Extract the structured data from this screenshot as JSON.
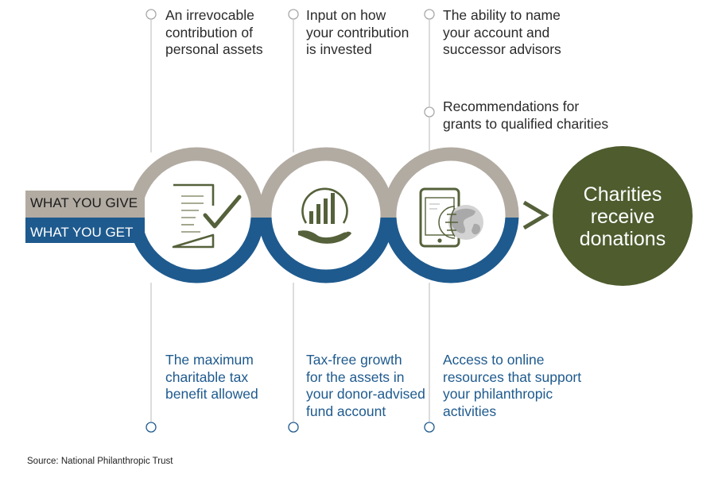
{
  "labels": {
    "give": "WHAT YOU GIVE",
    "get": "WHAT YOU GET"
  },
  "give_items": [
    {
      "lines": [
        "An irrevocable",
        "contribution of",
        "personal assets"
      ]
    },
    {
      "lines": [
        "Input on how",
        "your contribution",
        "is invested"
      ]
    },
    {
      "lines": [
        "The ability to name",
        "your account and",
        "successor advisors"
      ]
    },
    {
      "lines": [
        "Recommendations for",
        "grants to qualified charities"
      ]
    }
  ],
  "get_items": [
    {
      "lines": [
        "The maximum",
        "charitable tax",
        "benefit allowed"
      ]
    },
    {
      "lines": [
        "Tax-free growth",
        "for the assets in",
        "your donor-advised",
        "fund account"
      ]
    },
    {
      "lines": [
        "Access to online",
        "resources that support",
        "your philanthropic",
        "activities"
      ]
    }
  ],
  "outcome": {
    "lines": [
      "Charities",
      "receive",
      "donations"
    ]
  },
  "source": "Source: National Philanthropic Trust",
  "icons": [
    "checklist-icon",
    "growth-chart-hand-icon",
    "tablet-globe-icon",
    "arrow-right-icon"
  ],
  "colors": {
    "give_band": "#b2aba2",
    "get_band": "#1e5a8e",
    "outcome_circle": "#4e5c2e",
    "icon": "#55613a",
    "leader_line": "#c4c4c4"
  }
}
